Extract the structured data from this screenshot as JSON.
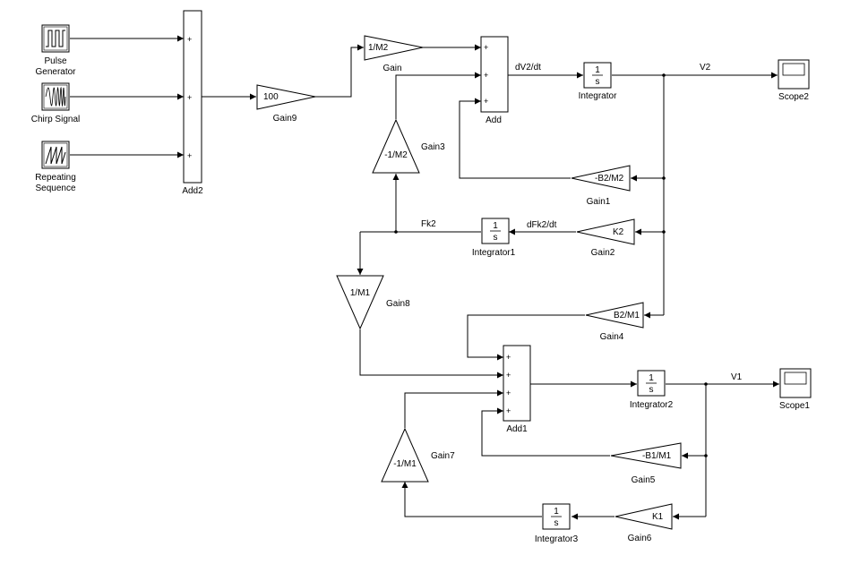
{
  "blocks": {
    "pulse": {
      "name": "Pulse\nGenerator"
    },
    "chirp": {
      "name": "Chirp Signal"
    },
    "repeat": {
      "name": "Repeating\nSequence"
    },
    "add2": {
      "name": "Add2"
    },
    "gain9": {
      "name": "Gain9",
      "value": "100"
    },
    "gain": {
      "name": "Gain",
      "value": "1/M2"
    },
    "add": {
      "name": "Add"
    },
    "integrator": {
      "name": "Integrator",
      "num": "1",
      "den": "s"
    },
    "scope2": {
      "name": "Scope2"
    },
    "gain3": {
      "name": "Gain3",
      "value": "-1/M2"
    },
    "gain1": {
      "name": "Gain1",
      "value": "-B2/M2"
    },
    "integrator1": {
      "name": "Integrator1",
      "num": "1",
      "den": "s"
    },
    "gain2": {
      "name": "Gain2",
      "value": "K2"
    },
    "gain8": {
      "name": "Gain8",
      "value": "1/M1"
    },
    "gain4": {
      "name": "Gain4",
      "value": "B2/M1"
    },
    "add1": {
      "name": "Add1"
    },
    "integrator2": {
      "name": "Integrator2",
      "num": "1",
      "den": "s"
    },
    "scope1": {
      "name": "Scope1"
    },
    "gain7": {
      "name": "Gain7",
      "value": "-1/M1"
    },
    "gain5": {
      "name": "Gain5",
      "value": "-B1/M1"
    },
    "integrator3": {
      "name": "Integrator3",
      "num": "1",
      "den": "s"
    },
    "gain6": {
      "name": "Gain6",
      "value": "K1"
    }
  },
  "signals": {
    "dv2dt": "dV2/dt",
    "v2": "V2",
    "fk2": "Fk2",
    "dfk2dt": "dFk2/dt",
    "v1": "V1"
  },
  "port_sign": "+"
}
